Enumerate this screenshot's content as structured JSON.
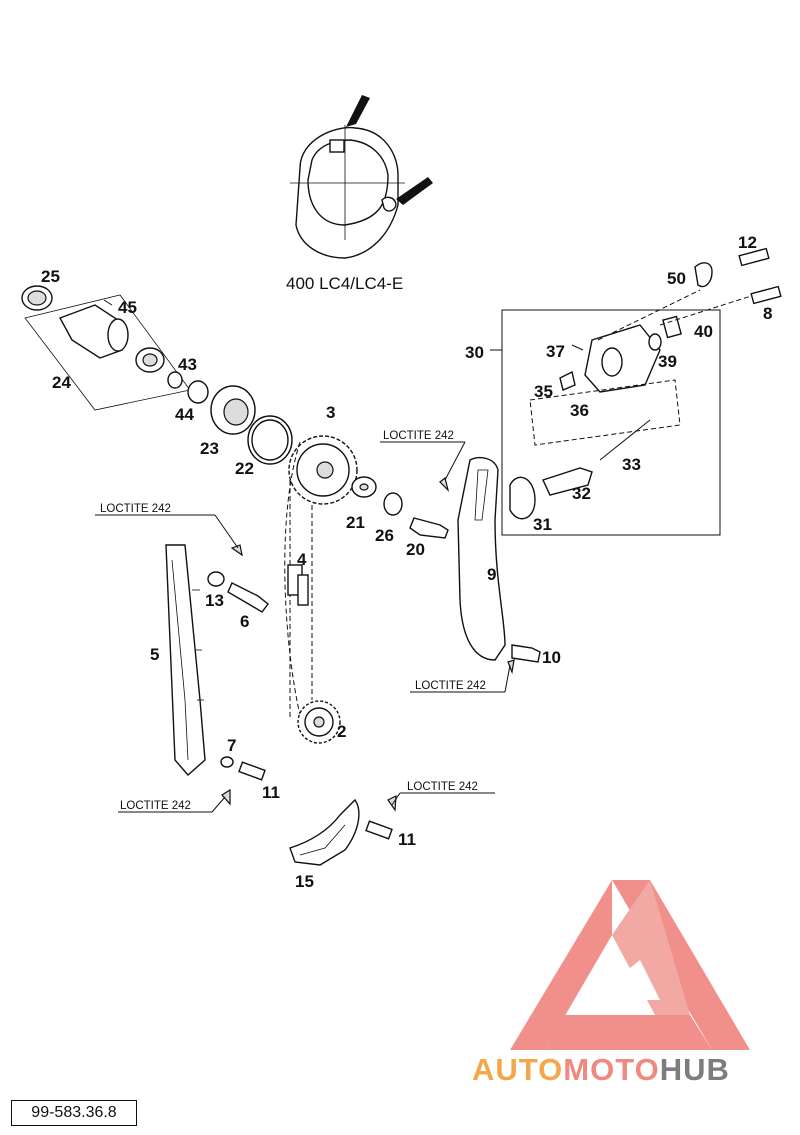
{
  "variant_label": "400 LC4/LC4-E",
  "note_text": "LOCTITE 242",
  "doc_ref": "99-583.36.8",
  "brand": {
    "part1": "AUTO",
    "part2": "MOTO",
    "part3": "HUB"
  },
  "colors": {
    "brand_orange": "#f4a64a",
    "brand_salmon": "#f08a80",
    "brand_gray": "#7d7d7d",
    "logo_red": "#ef7d76"
  },
  "callouts": {
    "n2": "2",
    "n3": "3",
    "n4": "4",
    "n5": "5",
    "n6": "6",
    "n7": "7",
    "n8": "8",
    "n9": "9",
    "n10": "10",
    "n11a": "11",
    "n11b": "11",
    "n12": "12",
    "n13": "13",
    "n15": "15",
    "n20": "20",
    "n21": "21",
    "n22": "22",
    "n23": "23",
    "n24": "24",
    "n25": "25",
    "n26": "26",
    "n30": "30",
    "n31": "31",
    "n32": "32",
    "n33": "33",
    "n35": "35",
    "n36": "36",
    "n37": "37",
    "n39": "39",
    "n40": "40",
    "n43": "43",
    "n44": "44",
    "n45": "45",
    "n50": "50"
  }
}
